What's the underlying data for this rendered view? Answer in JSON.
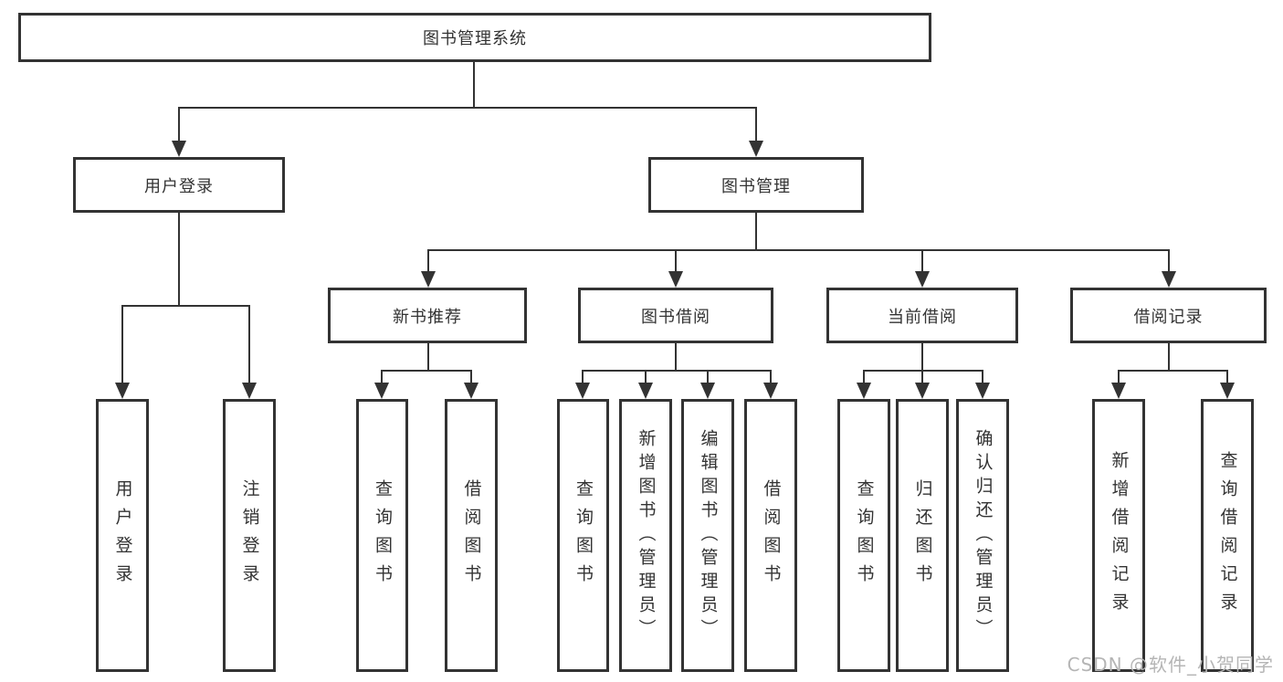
{
  "diagram": {
    "root": {
      "label": "图书管理系统"
    },
    "level2": {
      "user_login": "用户登录",
      "book_mgmt": "图书管理"
    },
    "level3": {
      "new_book_rec": "新书推荐",
      "book_borrow": "图书借阅",
      "current_borrow": "当前借阅",
      "borrow_records": "借阅记录"
    },
    "leaves": {
      "user_login_leaf": "用户登录",
      "logout": "注销登录",
      "query_book_1": "查询图书",
      "borrow_book_1": "借阅图书",
      "query_book_2": "查询图书",
      "add_book_admin": "新增图书（管理员）",
      "edit_book_admin": "编辑图书（管理员）",
      "borrow_book_2": "借阅图书",
      "query_book_3": "查询图书",
      "return_book": "归还图书",
      "confirm_return_admin": "确认归还（管理员）",
      "add_borrow_record": "新增借阅记录",
      "query_borrow_record": "查询借阅记录"
    }
  },
  "colors": {
    "line": "#333333",
    "text": "#333333",
    "watermark": "#b5b5b5",
    "background": "#ffffff"
  },
  "watermark": "CSDN @软件_小贺同学"
}
